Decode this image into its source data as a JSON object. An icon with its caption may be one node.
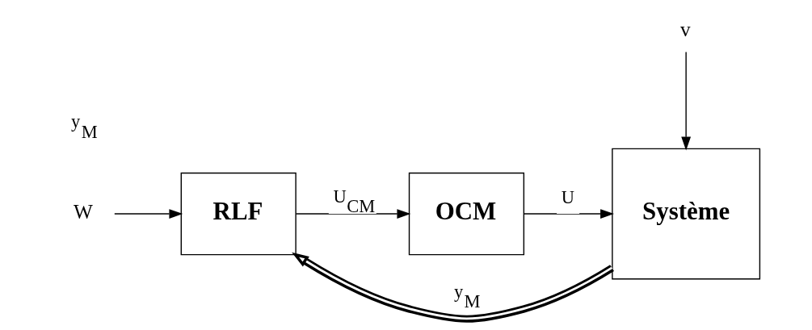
{
  "diagram": {
    "nodes": [
      {
        "text": [
          "W"
        ]
      },
      {
        "text": [
          "RLF"
        ]
      },
      {
        "text": [
          "OCM"
        ]
      },
      {
        "text": [
          "v"
        ]
      },
      {
        "text": [
          "Système"
        ]
      }
    ],
    "edges": [
      {
        "from": 0,
        "to": 1,
        "arrow": "to"
      },
      {
        "from": 1,
        "to": 2,
        "arrow": "to",
        "label": "U$_{CM}$"
      },
      {
        "from": 2,
        "to": 4,
        "arrow": "to",
        "label": "U"
      },
      {
        "from": 3,
        "to": 4,
        "arrow": "to"
      },
      {
        "from": 4,
        "to": 1,
        "arrow": "to",
        "label": "y$_{M}$",
        "style": "thick"
      }
    ],
    "labels": [
      "y$_{M}$"
    ]
  }
}
